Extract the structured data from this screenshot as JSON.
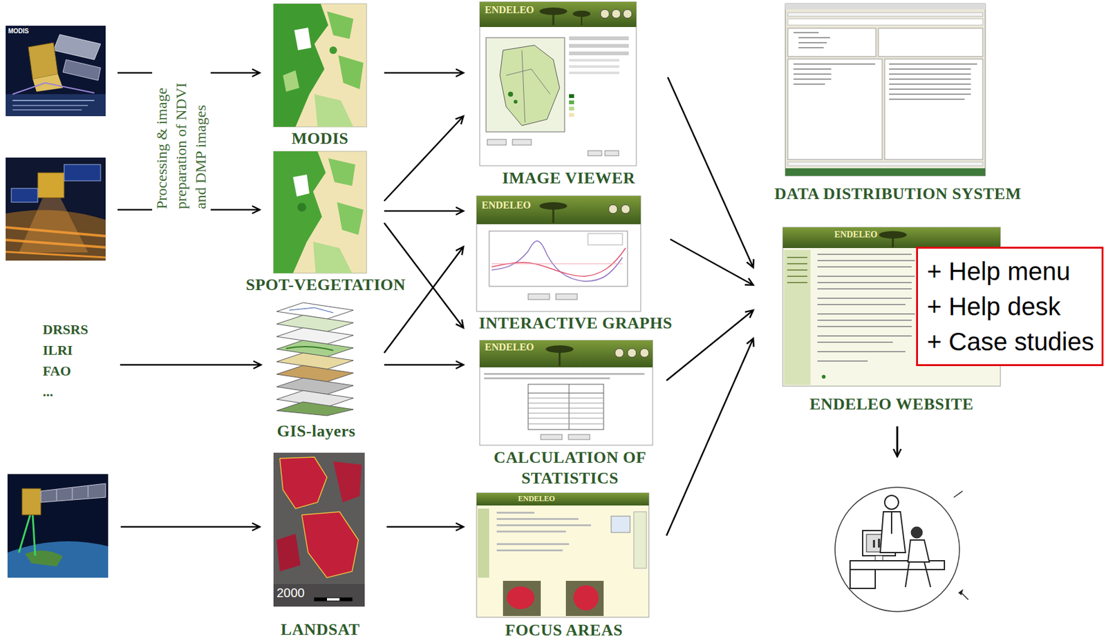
{
  "diagram": {
    "nodes": [
      {
        "text": [
          "MODIS"
        ]
      },
      {
        "text": [
          "SPOT-VEGETATION"
        ]
      },
      {
        "text": [
          "DRSRS ILRI FAO ..."
        ]
      },
      {
        "text": [
          "GIS-layers"
        ]
      },
      {
        "text": [
          "2000",
          "LANDSAT"
        ]
      },
      {
        "text": [
          "ENDELEO",
          "IMAGE VIEWER"
        ]
      },
      {
        "text": [
          "ENDELEO",
          "INTERACTIVE GRAPHS"
        ]
      },
      {
        "text": [
          "ENDELEO",
          "CALCULATION OF STATISTICS"
        ]
      },
      {
        "text": [
          "ENDELEO",
          "FOCUS AREAS"
        ]
      },
      {
        "text": [
          "DATA DISTRIBUTION SYSTEM"
        ]
      },
      {
        "text": [
          "ENDELEO",
          "ENDELEO WEBSITE"
        ]
      },
      {
        "text": [
          "+ Help menu",
          "+ Help desk",
          "+ Case studies"
        ]
      }
    ],
    "edges": [
      {
        "from": 0,
        "to": 5,
        "arrow": "to"
      },
      {
        "from": 1,
        "to": 5,
        "arrow": "to"
      },
      {
        "from": 1,
        "to": 6,
        "arrow": "to"
      },
      {
        "from": 1,
        "to": 7,
        "arrow": "to"
      },
      {
        "from": 2,
        "to": 3,
        "arrow": "to"
      },
      {
        "from": 3,
        "to": 6,
        "arrow": "to"
      },
      {
        "from": 3,
        "to": 7,
        "arrow": "to"
      },
      {
        "from": 4,
        "to": 8,
        "arrow": "to"
      },
      {
        "from": 5,
        "to": 10,
        "arrow": "to"
      },
      {
        "from": 6,
        "to": 10,
        "arrow": "to"
      },
      {
        "from": 7,
        "to": 10,
        "arrow": "to"
      },
      {
        "from": 8,
        "to": 10,
        "arrow": "to"
      }
    ],
    "labels": [
      "MODIS",
      "Processing & image preparation of NDVI and DMP images"
    ]
  }
}
